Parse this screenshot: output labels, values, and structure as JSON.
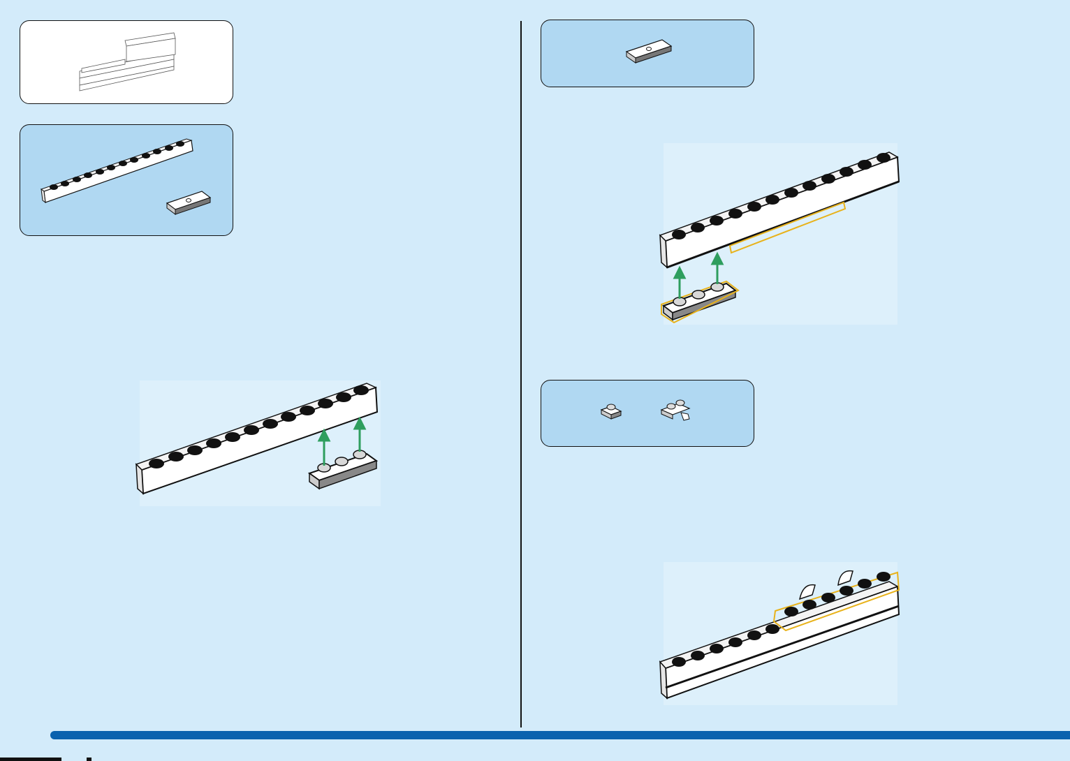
{
  "colors": {
    "page_background": "#d3ebfa",
    "parts_callout_background": "#b0d8f2",
    "arrow": "#2e9e5e",
    "highlight_outline": "#e8b21a",
    "bottom_bar": "#0a62ae"
  },
  "panels": {
    "preview": {
      "label": ""
    },
    "parts_step1": {
      "parts": [
        "brick-1x12",
        "tile-1x3-with-hole"
      ]
    },
    "parts_step2": {
      "parts": [
        "tile-1x3-with-hole"
      ]
    },
    "parts_step3": {
      "parts": [
        "plate-1x1",
        "plate-with-clip"
      ]
    }
  },
  "icons": [
    "arrow-up-icon",
    "arrow-up-icon"
  ]
}
